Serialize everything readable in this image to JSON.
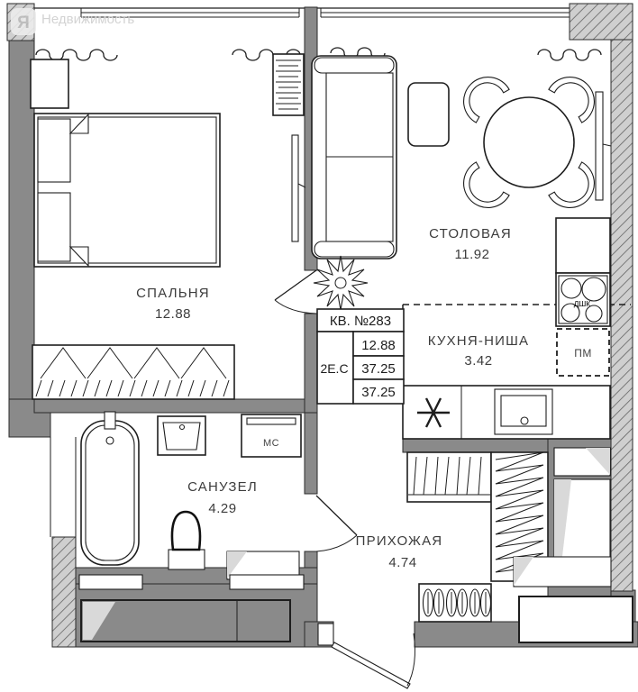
{
  "watermark": {
    "logo": "Я",
    "label": "Недвижимость"
  },
  "title_block": {
    "apartment": "КВ. №283",
    "plan_type": "2Е.С",
    "areas": [
      "12.88",
      "37.25",
      "37.25"
    ]
  },
  "rooms": {
    "bedroom": {
      "name": "СПАЛЬНЯ",
      "area": "12.88"
    },
    "dining": {
      "name": "СТОЛОВАЯ",
      "area": "11.92"
    },
    "kitchen": {
      "name": "КУХНЯ-НИША",
      "area": "3.42"
    },
    "bathroom": {
      "name": "САНУЗЕЛ",
      "area": "4.29"
    },
    "hallway": {
      "name": "ПРИХОЖАЯ",
      "area": "4.74"
    }
  },
  "appliances": {
    "washer": "МС",
    "dishwasher": "ПМ",
    "oven": "ДШК"
  },
  "colors": {
    "wall": "#8a8a8a",
    "hatch_background": "#cfcfcf",
    "hatch_line": "#636363",
    "outline": "#1e1e1e",
    "label_text": "#3c3c3c"
  }
}
